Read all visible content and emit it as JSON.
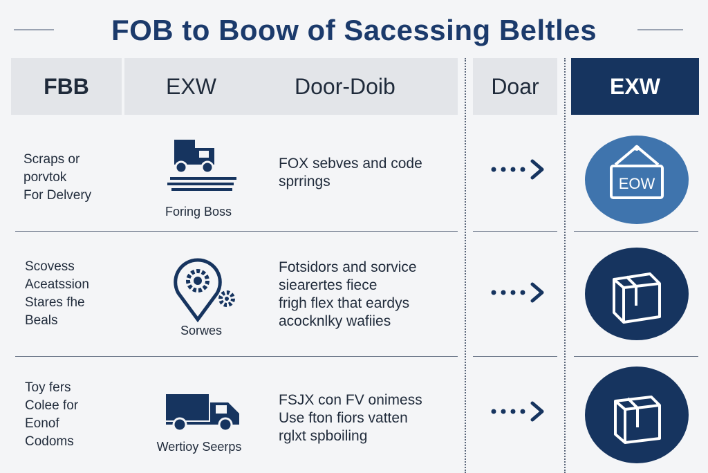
{
  "title": "FOB to Boow of Sacessing Beltles",
  "headers": [
    "FBB",
    "EXW",
    "Door-Doib",
    "Doar",
    "EXW"
  ],
  "rows": [
    {
      "left_lines": [
        "Scraps or",
        "porvtok",
        "For Delvery"
      ],
      "icon": "truck-on-road-icon",
      "icon_caption": "Foring Boss",
      "desc_lines": [
        "FOX sebves and code",
        "sprrings"
      ],
      "arrow_icon": "dotted-arrow-icon",
      "badge_icon": "eow-sign-icon",
      "badge_label": "EOW",
      "badge_color": "#3f74ad"
    },
    {
      "left_lines": [
        "Scovess",
        "Aceatssion",
        "Stares fhe",
        "Beals"
      ],
      "icon": "gear-pin-icon",
      "icon_caption": "Sorwes",
      "desc_lines": [
        "Fotsidors and sorvice",
        "siearertes fiece",
        "frigh flex that eardys",
        "acocknlky wafiies"
      ],
      "arrow_icon": "dotted-arrow-icon",
      "badge_icon": "box-icon",
      "badge_color": "#16345f"
    },
    {
      "left_lines": [
        "Toy fers",
        "Colee for",
        "Eonof",
        "Codoms"
      ],
      "icon": "delivery-truck-icon",
      "icon_caption": "Wertioy Seerps",
      "desc_lines": [
        "FSJX con FV onimess",
        "Use fton fiors vatten",
        "rglxt spboiling"
      ],
      "arrow_icon": "dotted-arrow-icon",
      "badge_icon": "box-icon",
      "badge_color": "#16345f"
    }
  ],
  "colors": {
    "navy": "#16345f",
    "accent_blue": "#3f74ad",
    "header_bg": "#e3e5e9"
  }
}
